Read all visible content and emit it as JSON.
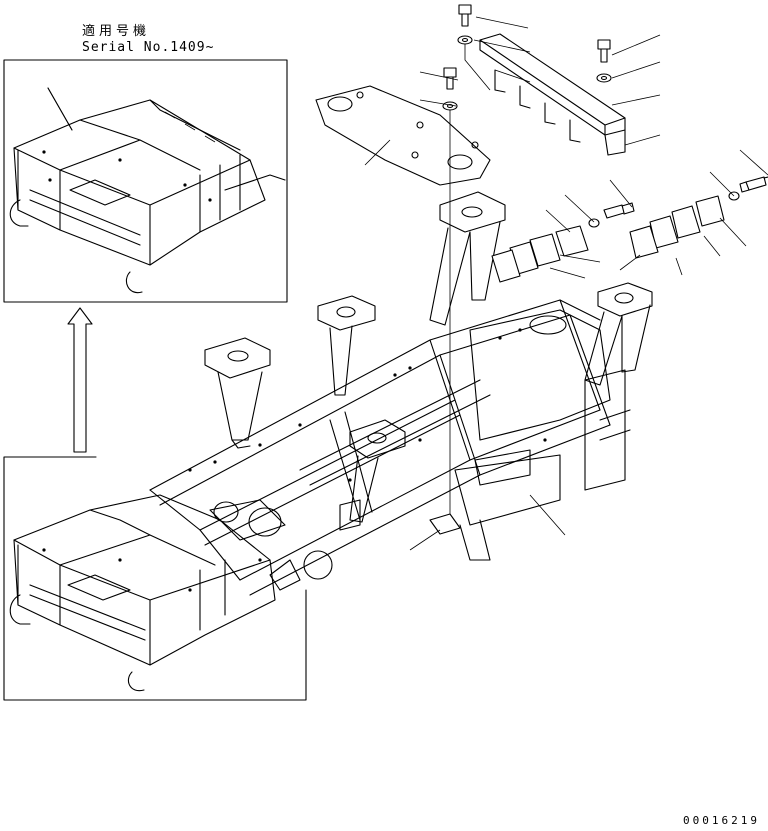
{
  "header": {
    "applicable_serial_jp": "適用号機",
    "serial_label": "Serial No.1409~"
  },
  "footer": {
    "drawing_code": "00016219"
  },
  "icons": {
    "arrow": "up-arrow-icon",
    "bolt": "bolt-icon",
    "washer": "washer-icon",
    "shim": "shim-plate-icon"
  },
  "colors": {
    "ink": "#000000",
    "paper": "#ffffff"
  }
}
